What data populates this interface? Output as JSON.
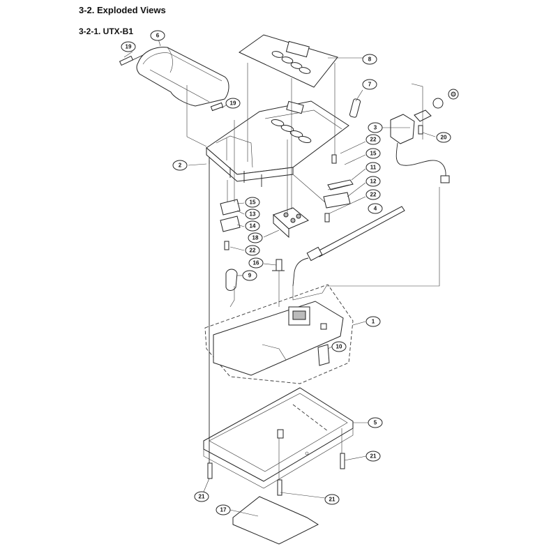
{
  "header": {
    "section": "3-2.   Exploded Views",
    "subsection": "3-2-1.   UTX-B1"
  },
  "callouts": [
    {
      "id": "c19a",
      "label": "19"
    },
    {
      "id": "c6",
      "label": "6"
    },
    {
      "id": "c8",
      "label": "8"
    },
    {
      "id": "c19b",
      "label": "19"
    },
    {
      "id": "c7",
      "label": "7"
    },
    {
      "id": "c3",
      "label": "3"
    },
    {
      "id": "c20",
      "label": "20"
    },
    {
      "id": "c2",
      "label": "2"
    },
    {
      "id": "c22a",
      "label": "22"
    },
    {
      "id": "c15a",
      "label": "15"
    },
    {
      "id": "c11",
      "label": "11"
    },
    {
      "id": "c12",
      "label": "12"
    },
    {
      "id": "c22b",
      "label": "22"
    },
    {
      "id": "c15b",
      "label": "15"
    },
    {
      "id": "c13",
      "label": "13"
    },
    {
      "id": "c14",
      "label": "14"
    },
    {
      "id": "c18",
      "label": "18"
    },
    {
      "id": "c22c",
      "label": "22"
    },
    {
      "id": "c4",
      "label": "4"
    },
    {
      "id": "c16",
      "label": "16"
    },
    {
      "id": "c9",
      "label": "9"
    },
    {
      "id": "c1",
      "label": "1"
    },
    {
      "id": "c10",
      "label": "10"
    },
    {
      "id": "c5",
      "label": "5"
    },
    {
      "id": "c21a",
      "label": "21"
    },
    {
      "id": "c21b",
      "label": "21"
    },
    {
      "id": "c21c",
      "label": "21"
    },
    {
      "id": "c17",
      "label": "17"
    }
  ]
}
